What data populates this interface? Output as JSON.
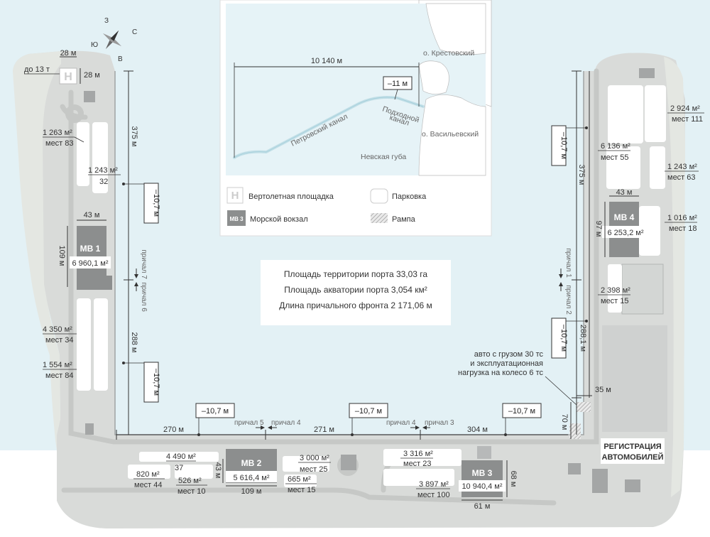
{
  "compass": {
    "n": "С",
    "s": "Ю",
    "e": "В",
    "w": "З"
  },
  "helipad": {
    "symbol": "H",
    "width": "28 м",
    "length": "28 м",
    "load": "до 13 т"
  },
  "terminals": {
    "mv1": {
      "name": "МВ 1",
      "area": "6 960,1 м²",
      "width": "43 м",
      "length": "109 м"
    },
    "mv2": {
      "name": "МВ 2",
      "area": "5 616,4 м²",
      "width": "109 м",
      "length": "43 м"
    },
    "mv3": {
      "name": "МВ 3",
      "area": "10 940,4 м²",
      "width": "61 м",
      "length": "68 м"
    },
    "mv4": {
      "name": "МВ 4",
      "area": "6 253,2 м²",
      "width": "43 м",
      "length": "97 м"
    }
  },
  "parkings": [
    {
      "area": "1 263 м²",
      "spaces": "мест 83"
    },
    {
      "area": "1 243 м²",
      "spaces": "32"
    },
    {
      "area": "4 350 м²",
      "spaces": "мест 34"
    },
    {
      "area": "1 554 м²",
      "spaces": "мест 84"
    },
    {
      "area": "4 490 м²",
      "spaces": "37"
    },
    {
      "area": "820 м²",
      "spaces": "мест 44"
    },
    {
      "area": "526 м²",
      "spaces": "мест 10"
    },
    {
      "area": "3 000 м²",
      "spaces": "мест 25"
    },
    {
      "area": "665 м²",
      "spaces": "мест 15"
    },
    {
      "area": "3 316 м²",
      "spaces": "мест 23"
    },
    {
      "area": "3 897 м²",
      "spaces": "мест 100"
    },
    {
      "area": "2 924 м²",
      "spaces": "мест 111"
    },
    {
      "area": "6 136 м²",
      "spaces": "мест 55"
    },
    {
      "area": "1 243 м²",
      "spaces": "мест 63"
    },
    {
      "area": "1 016 м²",
      "spaces": "мест 18"
    },
    {
      "area": "2 398 м²",
      "spaces": "мест 15"
    }
  ],
  "depth": "–10,7 м",
  "channel_depth": "–11 м",
  "berths": {
    "b1": "причал 1",
    "b2": "причал 2",
    "b3": "причал 3",
    "b4": "причал 4",
    "b5": "причал 5",
    "b6": "причал 6",
    "b7": "причал 7"
  },
  "lengths": {
    "left_upper": "375 м",
    "left_lower": "288 м",
    "bottom_left": "270 м",
    "bottom_mid": "271 м",
    "bottom_right": "304 м",
    "right_upper": "375 м",
    "right_lower": "288,1 м",
    "ramp_width": "35 м",
    "ramp_length": "70 м"
  },
  "ramp_note": [
    "авто с грузом 30 тс",
    "и эксплуатационная",
    "нагрузка на колесо 6 тс"
  ],
  "registration": [
    "РЕГИСТРАЦИЯ",
    "АВТОМОБИЛЕЙ"
  ],
  "inset": {
    "distance": "10 140 м",
    "depth": "–11 м",
    "krestovsky": "о. Крестовский",
    "vasilyevsky": "о. Васильевский",
    "approach_channel": [
      "Подходной",
      "канал"
    ],
    "petrovsky": "Петровский канал",
    "neva_bay": "Невская губа"
  },
  "legend": {
    "helipad_symbol": "H",
    "helipad": "Вертолетная площадка",
    "parking": "Парковка",
    "terminal_symbol": "МВ 3",
    "terminal": "Морской вокзал",
    "ramp": "Рампа"
  },
  "stats": [
    "Площадь территории порта 33,03 га",
    "Площадь акватории порта 3,054 км²",
    "Длина причального фронта 2 171,06 м"
  ],
  "colors": {
    "water": "#e3f1f5",
    "land": "#d9dbd9",
    "road": "#c6c8c6",
    "terminal": "#8c8e8e",
    "parking": "#ffffff",
    "canal": "#c2dfe7"
  }
}
